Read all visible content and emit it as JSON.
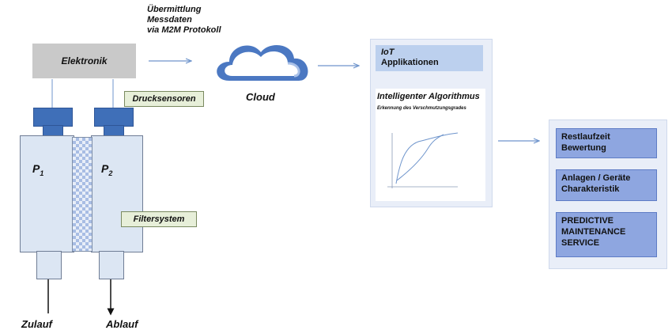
{
  "elektronik": {
    "label": "Elektronik"
  },
  "transmission": {
    "line1": "Übermittlung",
    "line2": "Messdaten",
    "line3": "via M2M Protokoll"
  },
  "cloud": {
    "label": "Cloud"
  },
  "sensors": {
    "label": "Drucksensoren"
  },
  "filter": {
    "label": "Filtersystem"
  },
  "pressure": {
    "p1": {
      "base": "P",
      "sub": "1"
    },
    "p2": {
      "base": "P",
      "sub": "2"
    }
  },
  "flow": {
    "inlet": "Zulauf",
    "outlet": "Ablauf"
  },
  "iot": {
    "head_line1": "IoT",
    "head_line2": "Applikationen",
    "algo_title": "Intelligenter Algorithmus",
    "algo_sub": "Erkennung des Verschmutzungsgrades"
  },
  "maintenance": {
    "items": [
      {
        "label": "Restlaufzeit\nBewertung"
      },
      {
        "label": "Anlagen / Geräte\nCharakteristik"
      },
      {
        "label": "PREDICTIVE\nMAINTENANCE\nSERVICE"
      }
    ]
  },
  "colors": {
    "sensor_blue": "#3f6fb8",
    "arrow_blue": "#6f95cc",
    "cloud_blue": "#4b78c2",
    "panel_bg": "#e9eef8",
    "item_blue": "#8ea6e0",
    "tank_fill": "#dce6f3",
    "tag_fill": "#e7efd9"
  }
}
